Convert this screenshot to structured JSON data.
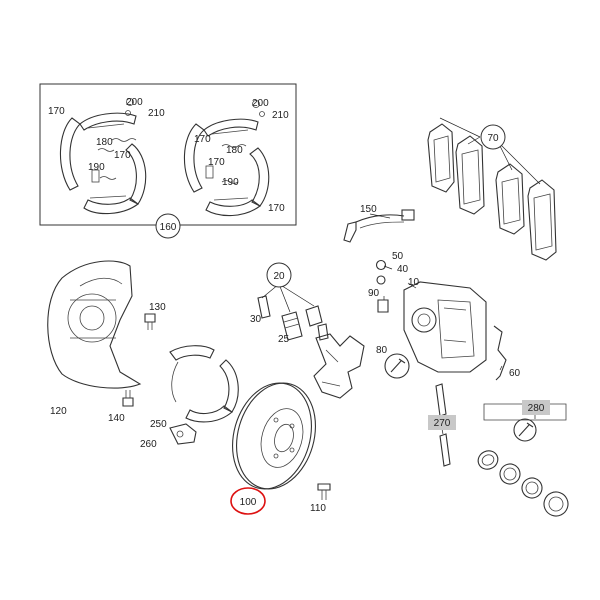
{
  "colors": {
    "highlight_ring": "#dd1111",
    "gray_tag": "#c8c8c8",
    "line": "#333333"
  },
  "callouts": {
    "c70": "70",
    "c160": "160",
    "c20": "20",
    "c270": "270",
    "c280": "280",
    "c100": "100"
  },
  "labels": {
    "l170a": "170",
    "l200a": "200",
    "l210a": "210",
    "l180a": "180",
    "l170b": "170",
    "l190a": "190",
    "l170c": "170",
    "l200b": "200",
    "l210b": "210",
    "l180b": "180",
    "l170d": "170",
    "l190b": "190",
    "l170e": "170",
    "l150": "150",
    "l50": "50",
    "l40": "40",
    "l10": "10",
    "l90": "90",
    "l80": "80",
    "l60": "60",
    "l30": "30",
    "l25": "25",
    "l130": "130",
    "l120": "120",
    "l140": "140",
    "l250": "250",
    "l260": "260",
    "l110": "110"
  }
}
